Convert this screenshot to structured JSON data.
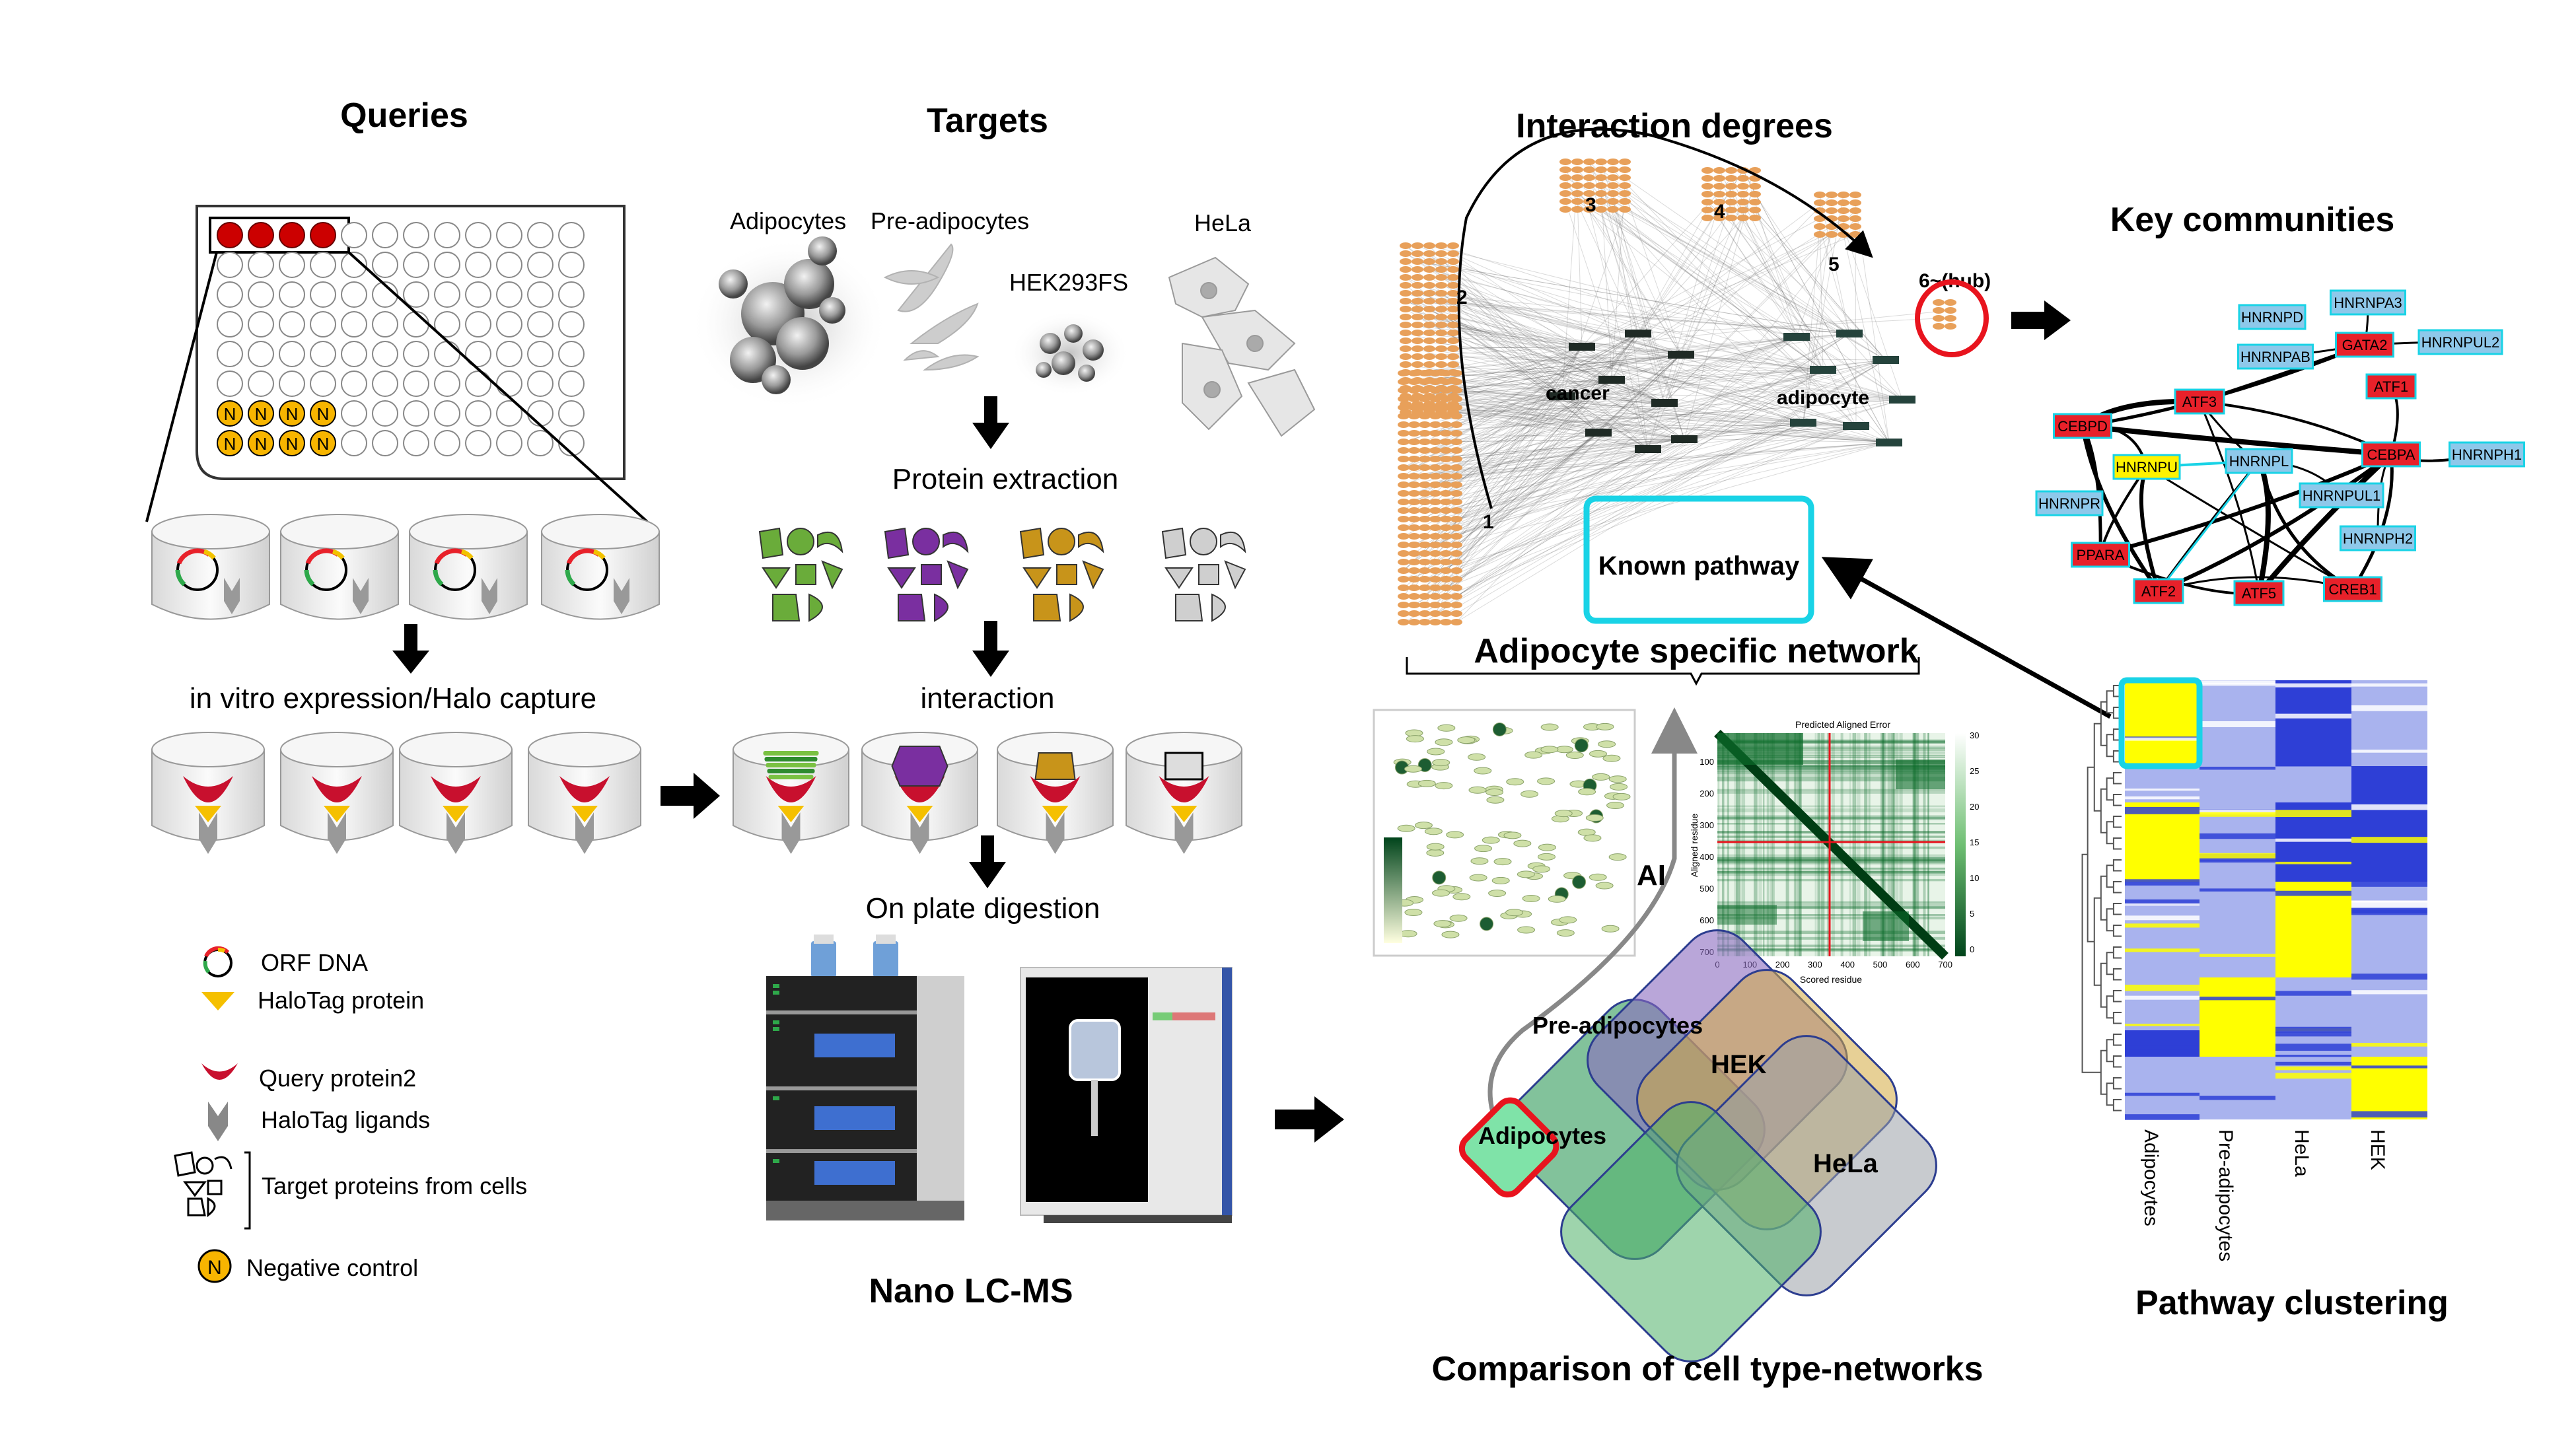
{
  "sections": {
    "queries": "Queries",
    "targets": "Targets",
    "interaction_degrees": "Interaction degrees",
    "key_communities": "Key communities",
    "adipocyte_network": "Adipocyte specific network",
    "comparison": "Comparison of cell type-networks",
    "pathway_clustering": "Pathway clustering",
    "nano_lcms": "Nano LC-MS"
  },
  "cells": {
    "adipocytes": "Adipocytes",
    "pre_adipocytes": "Pre-adipocytes",
    "hek": "HEK293FS",
    "hela": "HeLa"
  },
  "steps": {
    "protein_extraction": "Protein extraction",
    "expression_capture": "in vitro expression/Halo capture",
    "interaction": "interaction",
    "digestion": "On plate digestion"
  },
  "legend": {
    "orf": "ORF DNA",
    "halotag": "HaloTag protein",
    "query": "Query protein2",
    "ligands": "HaloTag ligands",
    "targets": "Target proteins from cells",
    "negative": "Negative control",
    "n_mark": "N"
  },
  "degrees": {
    "d1": "1",
    "d2": "2",
    "d3": "3",
    "d4": "4",
    "d5": "5",
    "d6": "6~(hub)",
    "cancer": "cancer",
    "adipocyte": "adipocyte",
    "known_pathway": "Known pathway"
  },
  "ai": "AI",
  "venn": {
    "adipocytes": "Adipocytes",
    "pre_adipocytes": "Pre-adipocytes",
    "hek": "HEK",
    "hela": "HeLa"
  },
  "pae": {
    "title": "Predicted Aligned Error",
    "xlabel": "Scored residue",
    "ylabel": "Aligned residue",
    "xticks": [
      "0",
      "100",
      "200",
      "300",
      "400",
      "500",
      "600",
      "700"
    ],
    "yticks": [
      "100",
      "200",
      "300",
      "400",
      "500",
      "600",
      "700"
    ],
    "cticks": [
      "30",
      "25",
      "20",
      "15",
      "10",
      "5",
      "0"
    ]
  },
  "communities": {
    "nodes": [
      {
        "id": "HNRNPD",
        "color": "blue"
      },
      {
        "id": "HNRNPA3",
        "color": "blue"
      },
      {
        "id": "HNRNPAB",
        "color": "blue"
      },
      {
        "id": "GATA2",
        "color": "red"
      },
      {
        "id": "HNRNPUL2",
        "color": "blue"
      },
      {
        "id": "ATF3",
        "color": "red"
      },
      {
        "id": "ATF1",
        "color": "red"
      },
      {
        "id": "CEBPD",
        "color": "red"
      },
      {
        "id": "HNRNPU",
        "color": "yellow"
      },
      {
        "id": "HNRNPL",
        "color": "blue"
      },
      {
        "id": "CEBPA",
        "color": "red"
      },
      {
        "id": "HNRNPH1",
        "color": "blue"
      },
      {
        "id": "HNRNPR",
        "color": "blue"
      },
      {
        "id": "HNRNPUL1",
        "color": "blue"
      },
      {
        "id": "PPARA",
        "color": "red"
      },
      {
        "id": "HNRNPH2",
        "color": "blue"
      },
      {
        "id": "ATF2",
        "color": "red"
      },
      {
        "id": "ATF5",
        "color": "red"
      },
      {
        "id": "CREB1",
        "color": "red"
      }
    ]
  },
  "heatmap": {
    "columns": [
      "Adipocytes",
      "Pre-adipocytes",
      "HeLa",
      "HEK"
    ]
  },
  "colors": {
    "red_node": "#e8212a",
    "blue_node": "#8ec8ea",
    "yellow_node": "#fff200",
    "cyan": "#19d3e6",
    "orange_node": "#e8a05a",
    "heat_yellow": "#ffff00",
    "heat_blue": "#2e3fd6",
    "heat_light": "#a9b3ee"
  }
}
